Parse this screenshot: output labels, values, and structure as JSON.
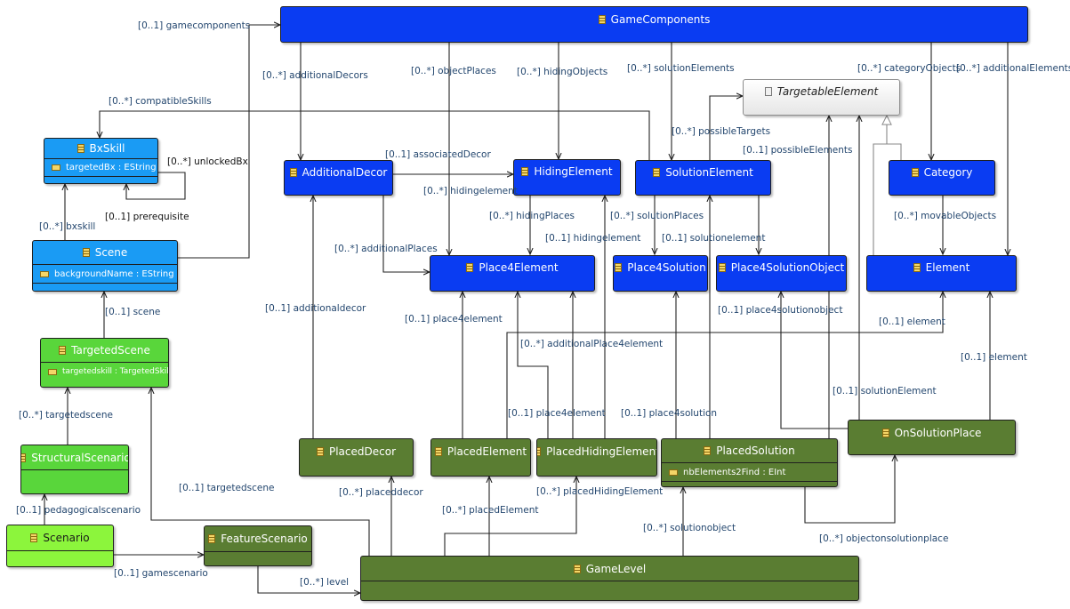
{
  "classes": {
    "game_components": "GameComponents",
    "targetable_element": "TargetableElement",
    "bx_skill": "BxSkill",
    "bx_skill_attr": "targetedBx : EString",
    "scene": "Scene",
    "scene_attr": "backgroundName : EString",
    "targeted_scene": "TargetedScene",
    "targeted_scene_attr": "targetedskill : TargetedSkill",
    "structural_scenario": "StructuralScenario",
    "scenario": "Scenario",
    "feature_scenario": "FeatureScenario",
    "additional_decor": "AdditionalDecor",
    "hiding_element": "HidingElement",
    "solution_element": "SolutionElement",
    "category": "Category",
    "place4element": "Place4Element",
    "place4solution": "Place4Solution",
    "place4solution_object": "Place4SolutionObject",
    "element": "Element",
    "placed_decor": "PlacedDecor",
    "placed_element": "PlacedElement",
    "placed_hiding_element": "PlacedHidingElement",
    "placed_solution": "PlacedSolution",
    "placed_solution_attr": "nbElements2Find : EInt",
    "on_solution_place": "OnSolutionPlace",
    "game_level": "GameLevel"
  },
  "labels": {
    "gamecomponents": "[0..1] gamecomponents",
    "additional_decors": "[0..*] additionalDecors",
    "object_places": "[0..*] objectPlaces",
    "hiding_objects": "[0..*] hidingObjects",
    "solution_elements": "[0..*] solutionElements",
    "category_objects": "[0..*] categoryObjects",
    "additional_elements": "[0..*] additionalElements",
    "compatible_skills": "[0..*] compatibleSkills",
    "unlocked_bx": "[0..*] unlockedBx",
    "prerequisite": "[0..1] prerequisite",
    "associated_decor": "[0..1] associatedDecor",
    "possible_targets": "[0..*] possibleTargets",
    "possible_elements": "[0..1] possibleElements",
    "hidingelement_top": "[0..*] hidingelement",
    "hiding_places": "[0..*] hidingPlaces",
    "solution_places": "[0..*] solutionPlaces",
    "movable_objects": "[0..*] movableObjects",
    "bxskill": "[0..*] bxskill",
    "additional_places": "[0..*] additionalPlaces",
    "hidingelement_mid": "[0..1] hidingelement",
    "solutionelement_mid": "[0..1] solutionelement",
    "scene": "[0..1] scene",
    "additionaldecor": "[0..1] additionaldecor",
    "place4element": "[0..1] place4element",
    "place4solutionobject": "[0..1] place4solutionobject",
    "element_a": "[0..1] element",
    "additional_place4element": "[0..*] additionalPlace4element",
    "element_b": "[0..1] element",
    "targetedscene_a": "[0..*] targetedscene",
    "solution_element_low": "[0..1] solutionElement",
    "place4element_low": "[0..1] place4element",
    "place4solution_low": "[0..1] place4solution",
    "targetedscene_b": "[0..1] targetedscene",
    "placeddecor": "[0..*] placeddecor",
    "placed_hiding_element": "[0..*] placedHidingElement",
    "pedagogicalscenario": "[0..1] pedagogicalscenario",
    "placed_element": "[0..*] placedElement",
    "solutionobject": "[0..*] solutionobject",
    "objectonsolutionplace": "[0..*] objectonsolutionplace",
    "gamescenario": "[0..1] gamescenario",
    "level": "[0..*] level"
  },
  "colors": {
    "component_blue": "#0a3cf2",
    "scene_blue": "#1a9bf4",
    "targeted_green": "#59d63b",
    "scenario_lime": "#8cf53c",
    "level_olive": "#5a7d32",
    "abstract_grey": "#e6e6e6",
    "label_text": "#23466e"
  }
}
